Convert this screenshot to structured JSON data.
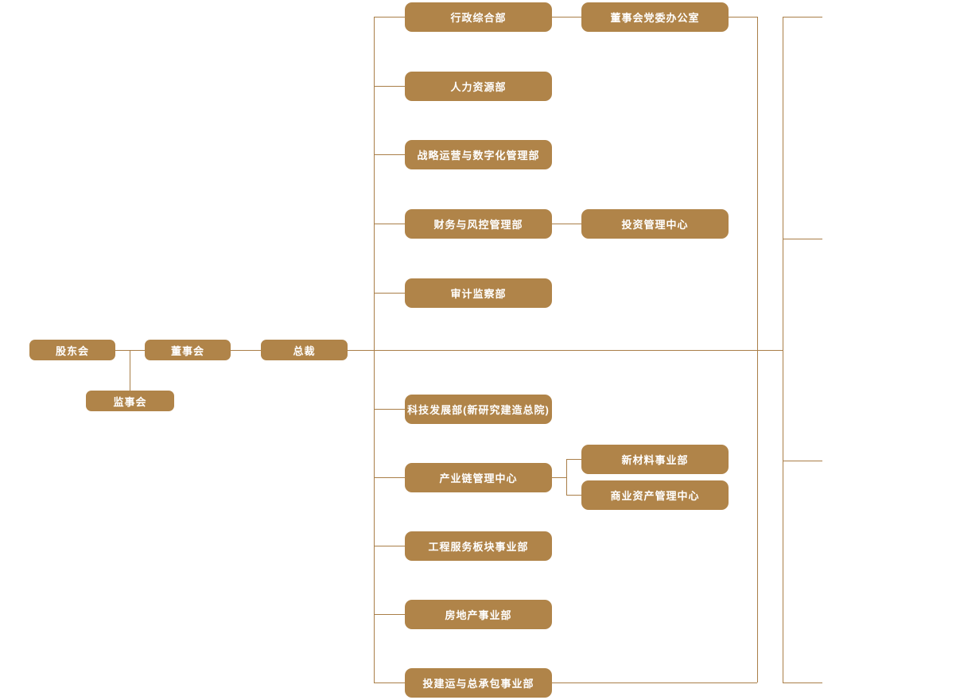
{
  "org_chart": {
    "governance": {
      "shareholders": "股东会",
      "board": "董事会",
      "president": "总裁",
      "supervisory": "监事会"
    },
    "departments": [
      "行政综合部",
      "人力资源部",
      "战略运营与数字化管理部",
      "财务与风控管理部",
      "审计监察部",
      "科技发展部(新研究建造总院)",
      "产业链管理中心",
      "工程服务板块事业部",
      "房地产事业部",
      "投建运与总承包事业部"
    ],
    "sub_units": [
      "董事会党委办公室",
      "投资管理中心",
      "新材料事业部",
      "商业资产管理中心"
    ],
    "colors": {
      "node_fill": "#B08449",
      "connector": "#A97E48",
      "node_text": "#FFFFFF"
    }
  }
}
